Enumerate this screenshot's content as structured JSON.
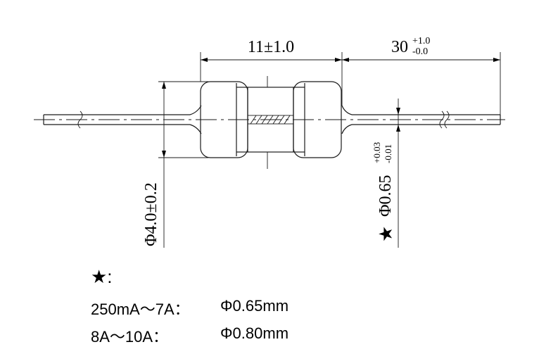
{
  "dimensions": {
    "body_length": "11±1.0",
    "lead_length_nominal": "30",
    "lead_length_tol_plus": "+1.0",
    "lead_length_tol_minus": "-0.0",
    "body_diameter": "Φ4.0±0.2",
    "lead_diameter_nominal": "Φ0.65",
    "lead_diameter_tol_plus": "+0.03",
    "lead_diameter_tol_minus": "-0.01",
    "star_mark": "★"
  },
  "legend": {
    "heading": "★:",
    "rows": [
      {
        "range": "250mA～7A：",
        "diameter": "Φ0.65mm"
      },
      {
        "range": "8A～10A：",
        "diameter": "Φ0.80mm"
      }
    ]
  }
}
